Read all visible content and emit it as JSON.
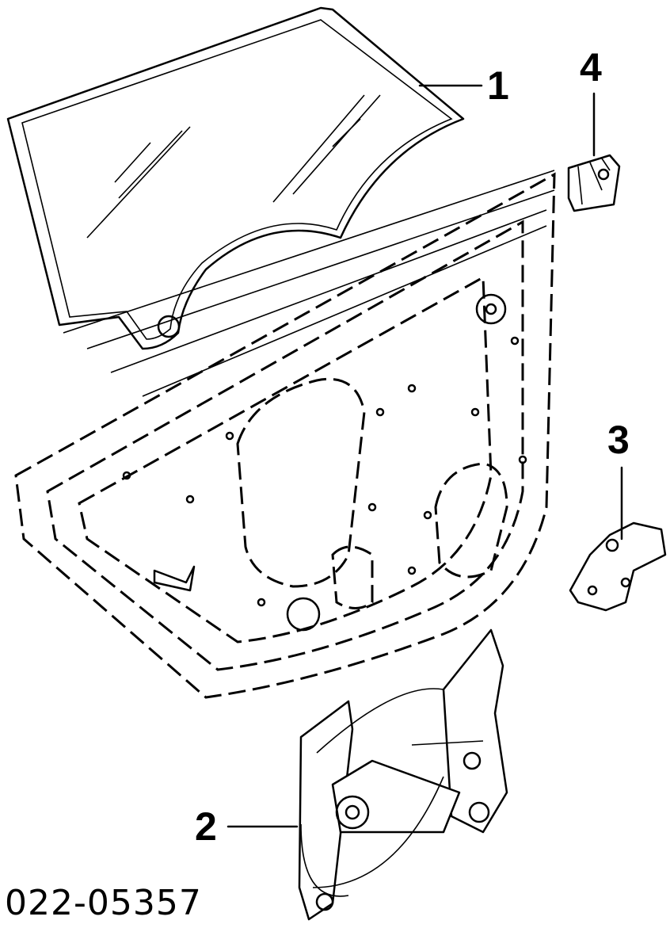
{
  "diagram": {
    "callouts": {
      "glass": "1",
      "regulator": "2",
      "motor": "3",
      "clip": "4"
    },
    "part_number": "022-05357"
  }
}
